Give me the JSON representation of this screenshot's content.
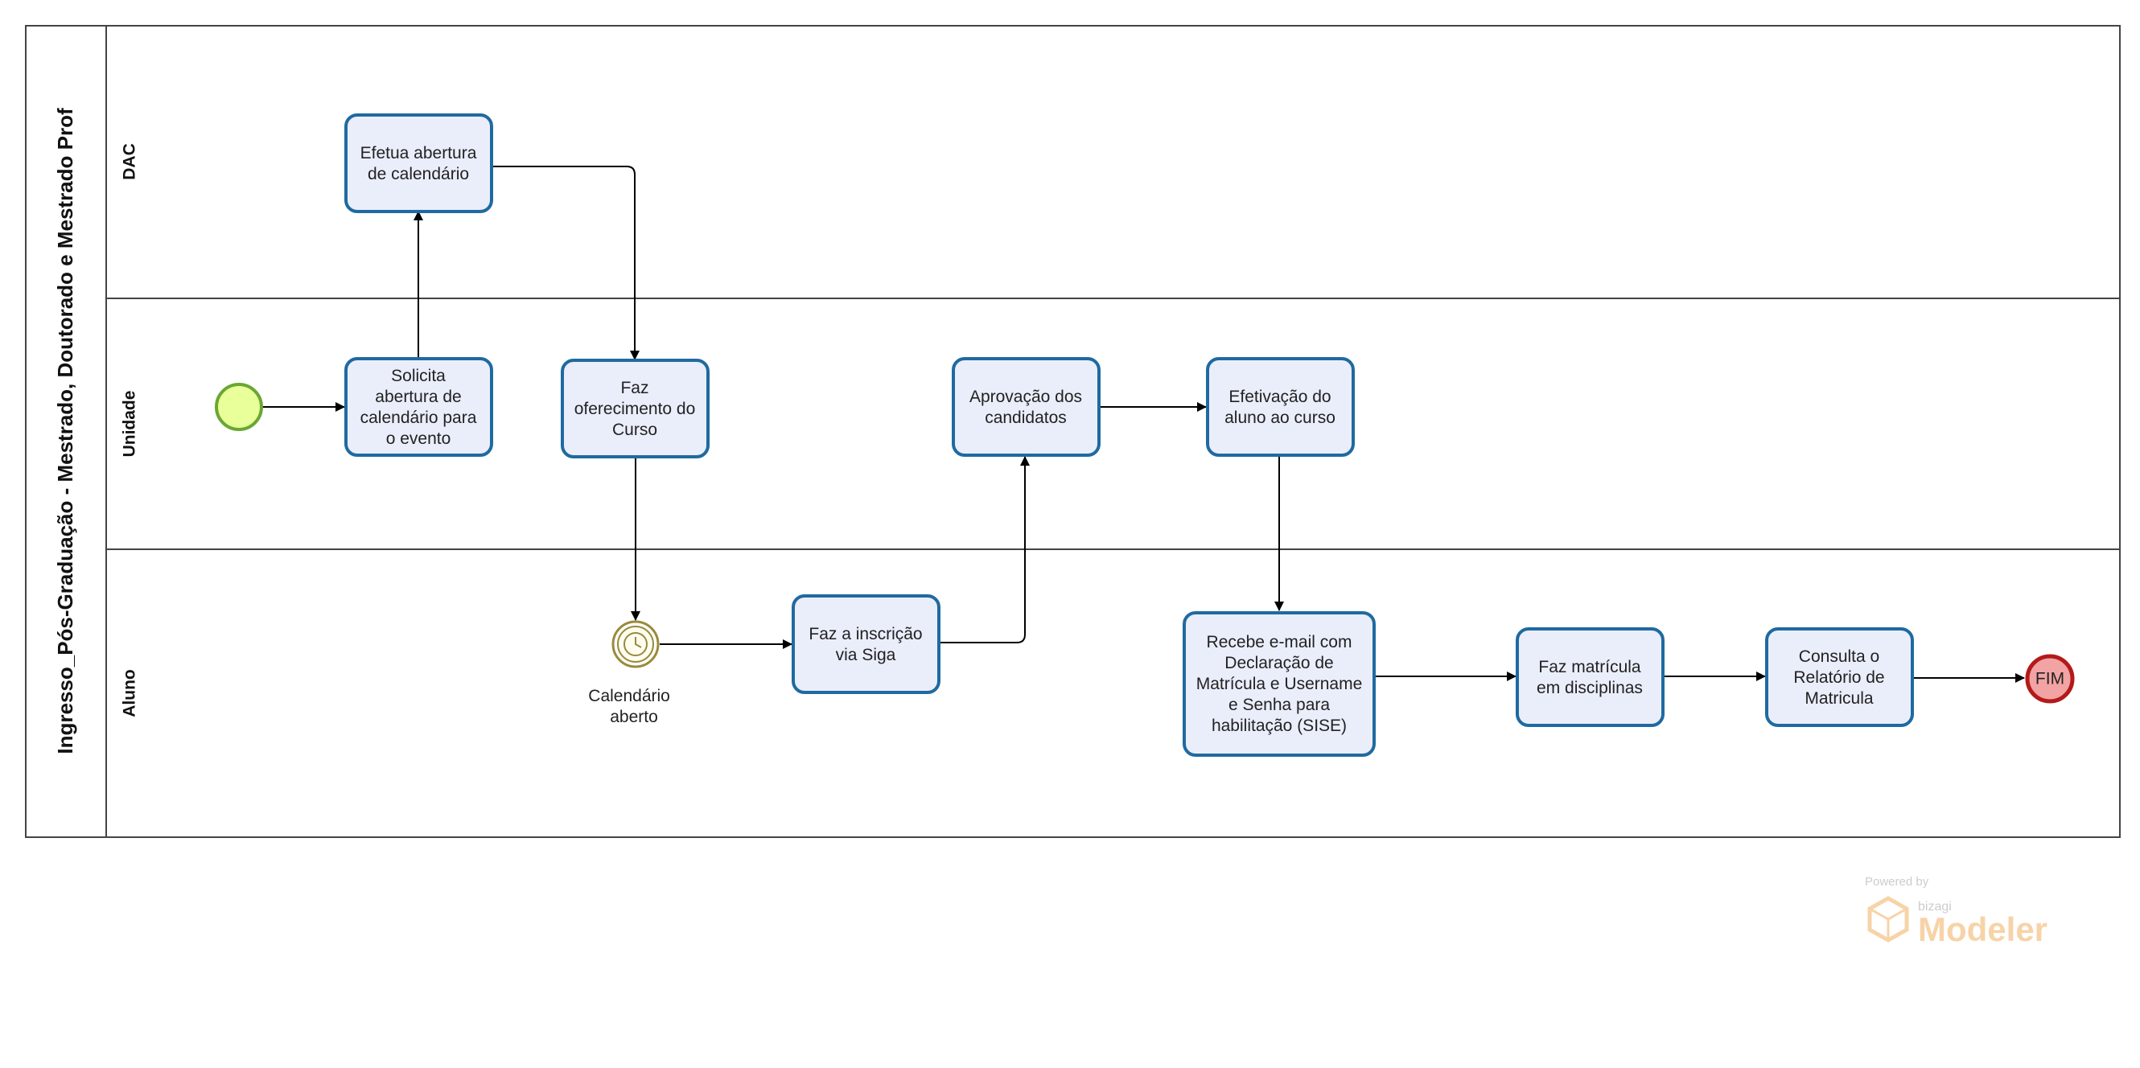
{
  "pool": {
    "title": "Ingresso_Pós-Graduação - Mestrado, Doutorado e Mestrado Prof"
  },
  "lanes": [
    {
      "id": "dac",
      "label": "DAC"
    },
    {
      "id": "unidade",
      "label": "Unidade"
    },
    {
      "id": "aluno",
      "label": "Aluno"
    }
  ],
  "tasks": [
    {
      "id": "efetua-abertura",
      "lines": [
        "Efetua abertura",
        "de calendário"
      ]
    },
    {
      "id": "solicita-abertura",
      "lines": [
        "Solicita",
        "abertura de",
        "calendário para",
        "o evento"
      ]
    },
    {
      "id": "faz-oferecimento",
      "lines": [
        "Faz",
        "oferecimento do",
        "Curso"
      ]
    },
    {
      "id": "aprovacao-candidatos",
      "lines": [
        "Aprovação dos",
        "candidatos"
      ]
    },
    {
      "id": "efetivacao-aluno",
      "lines": [
        "Efetivação do",
        "aluno ao curso"
      ]
    },
    {
      "id": "faz-inscricao",
      "lines": [
        "Faz a inscrição",
        "via Siga"
      ]
    },
    {
      "id": "recebe-email",
      "lines": [
        "Recebe e-mail com",
        "Declaração de",
        "Matrícula e Username",
        "e Senha para",
        "habilitação (SISE)"
      ]
    },
    {
      "id": "faz-matricula",
      "lines": [
        "Faz  matrícula",
        "em disciplinas"
      ]
    },
    {
      "id": "consulta-relatorio",
      "lines": [
        "Consulta o",
        "Relatório de",
        "Matricula"
      ]
    }
  ],
  "events": {
    "start": {
      "type": "start",
      "color": "#e9ff99"
    },
    "timer": {
      "type": "intermediate-timer",
      "label_lines": [
        "Calendário",
        "aberto"
      ]
    },
    "end": {
      "type": "end",
      "label": "FIM",
      "color": "#f2a3a3"
    }
  },
  "colors": {
    "task_fill": "#eaeefb",
    "task_stroke": "#1f6aa0",
    "start_stroke": "#6aa733",
    "end_stroke": "#b31a1a",
    "timer_stroke": "#9a8a3a",
    "watermark": "#f5c58a"
  },
  "watermark": {
    "powered_by": "Powered by",
    "brand": "bizagi",
    "product": "Modeler"
  }
}
